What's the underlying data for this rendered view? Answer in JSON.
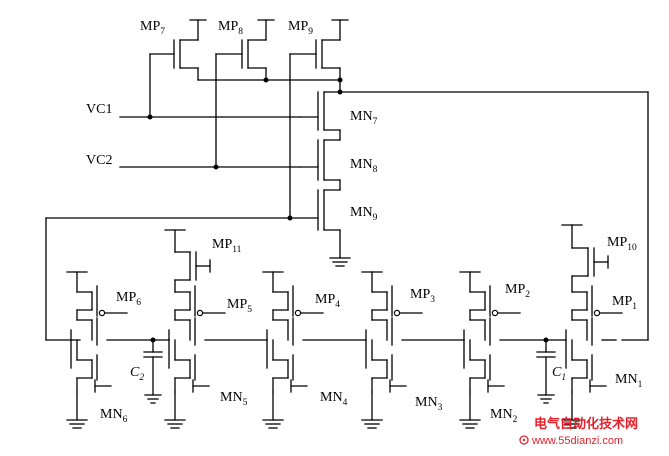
{
  "labels": {
    "mp7": {
      "main": "MP",
      "sub": "7"
    },
    "mp8": {
      "main": "MP",
      "sub": "8"
    },
    "mp9": {
      "main": "MP",
      "sub": "9"
    },
    "mn7": {
      "main": "MN",
      "sub": "7"
    },
    "mn8": {
      "main": "MN",
      "sub": "8"
    },
    "mn9": {
      "main": "MN",
      "sub": "9"
    },
    "vc1": "VC1",
    "vc2": "VC2",
    "mp11": {
      "main": "MP",
      "sub": "11"
    },
    "mp10": {
      "main": "MP",
      "sub": "10"
    },
    "mp6": {
      "main": "MP",
      "sub": "6"
    },
    "mp5": {
      "main": "MP",
      "sub": "5"
    },
    "mp4": {
      "main": "MP",
      "sub": "4"
    },
    "mp3": {
      "main": "MP",
      "sub": "3"
    },
    "mp2": {
      "main": "MP",
      "sub": "2"
    },
    "mp1": {
      "main": "MP",
      "sub": "1"
    },
    "mn6": {
      "main": "MN",
      "sub": "6"
    },
    "mn5": {
      "main": "MN",
      "sub": "5"
    },
    "mn4": {
      "main": "MN",
      "sub": "4"
    },
    "mn3": {
      "main": "MN",
      "sub": "3"
    },
    "mn2": {
      "main": "MN",
      "sub": "2"
    },
    "mn1": {
      "main": "MN",
      "sub": "1"
    },
    "c2": {
      "main": "C",
      "sub": "2"
    },
    "c1": {
      "main": "C",
      "sub": "1"
    }
  },
  "watermark": {
    "title": "电气自动化技术网",
    "url": "www.55dianzi.com"
  }
}
